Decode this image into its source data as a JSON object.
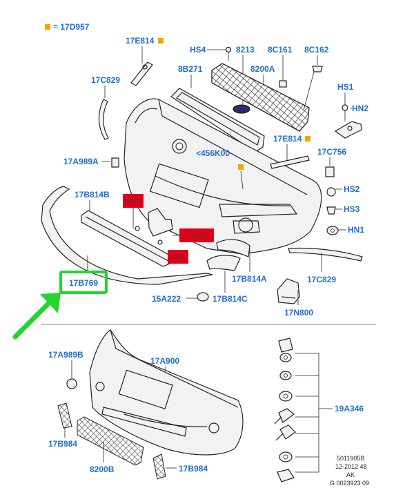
{
  "legend": {
    "text": "= 17D957"
  },
  "labels": {
    "l17E814a": "17E814",
    "lHS4": "HS4",
    "l8213": "8213",
    "l8C161": "8C161",
    "l8C162": "8C162",
    "l17C829a": "17C829",
    "l8B271": "8B271",
    "l8200A": "8200A",
    "lHS1": "HS1",
    "lHN2": "HN2",
    "l456K00": "<456K00",
    "l17E814b": "17E814",
    "l17C756": "17C756",
    "l17A989A": "17A989A",
    "l17B814B": "17B814B",
    "lHS2": "HS2",
    "lHS3": "HS3",
    "lHN1": "HN1",
    "l17B769": "17B769",
    "l17B814A": "17B814A",
    "l17C829b": "17C829",
    "l15A222": "15A222",
    "l17B814C": "17B814C",
    "l17N800": "17N800",
    "l17A989B": "17A989B",
    "l17A900": "17A900",
    "l19A346": "19A346",
    "l17B984a": "17B984",
    "l8200B": "8200B",
    "l17B984b": "17B984"
  },
  "red_labels": {
    "HM1a": "HM1",
    "r17A385": "17A385",
    "HM1b": "HM1"
  },
  "footer": {
    "line1": "5011905B",
    "line2": "12-2012 48",
    "line3": "AK",
    "line4": "G 0023923 09"
  },
  "colors": {
    "label_blue": "#1f6fd6",
    "highlight_green": "#22d62b",
    "red_box": "#e0001b",
    "legend_square": "#f5a400"
  }
}
